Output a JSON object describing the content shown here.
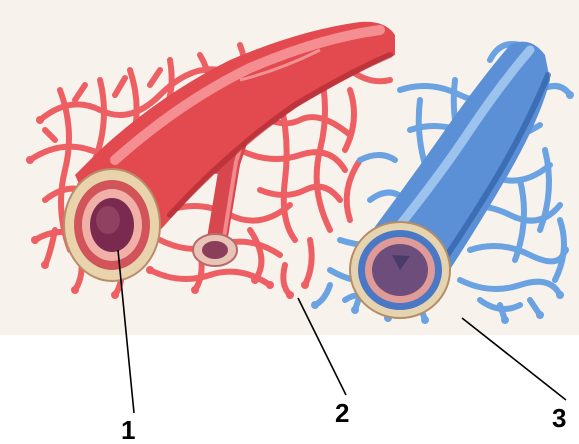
{
  "figure": {
    "callouts": [
      {
        "id": "1",
        "text": "1"
      },
      {
        "id": "2",
        "text": "2"
      },
      {
        "id": "3",
        "text": "3"
      }
    ]
  },
  "colors": {
    "artery": "#e24a50",
    "artery_highlight": "#f27a7c",
    "artery_shadow": "#b02a32",
    "vein": "#5b8fd6",
    "vein_highlight": "#8fb7ea",
    "vein_shadow": "#2f5fa6",
    "capillary_red": "#ee5f63",
    "capillary_blue": "#6aa2e2",
    "vessel_wall": "#e8d6b5",
    "lumen_red": "#7a2a4e",
    "lumen_blue": "#6d4d7c",
    "background_band": "#f6f2ea"
  }
}
